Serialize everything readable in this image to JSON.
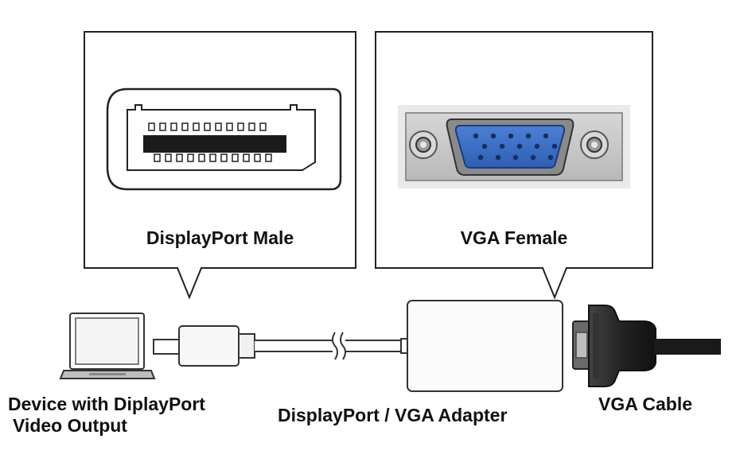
{
  "callouts": {
    "displayport": {
      "label": "DisplayPort Male"
    },
    "vga": {
      "label": "VGA Female"
    }
  },
  "devices": {
    "source": {
      "line1": "Device with DiplayPort",
      "line2": "Video Output",
      "icon": "laptop-icon"
    },
    "adapter": {
      "label": "DisplayPort / VGA Adapter"
    },
    "cable": {
      "label": "VGA Cable"
    }
  },
  "colors": {
    "vga_socket_blue": "#3b6fc6",
    "plate_gray": "#c9c9c9",
    "cable_black": "#1a1a1a",
    "outline": "#222222"
  }
}
